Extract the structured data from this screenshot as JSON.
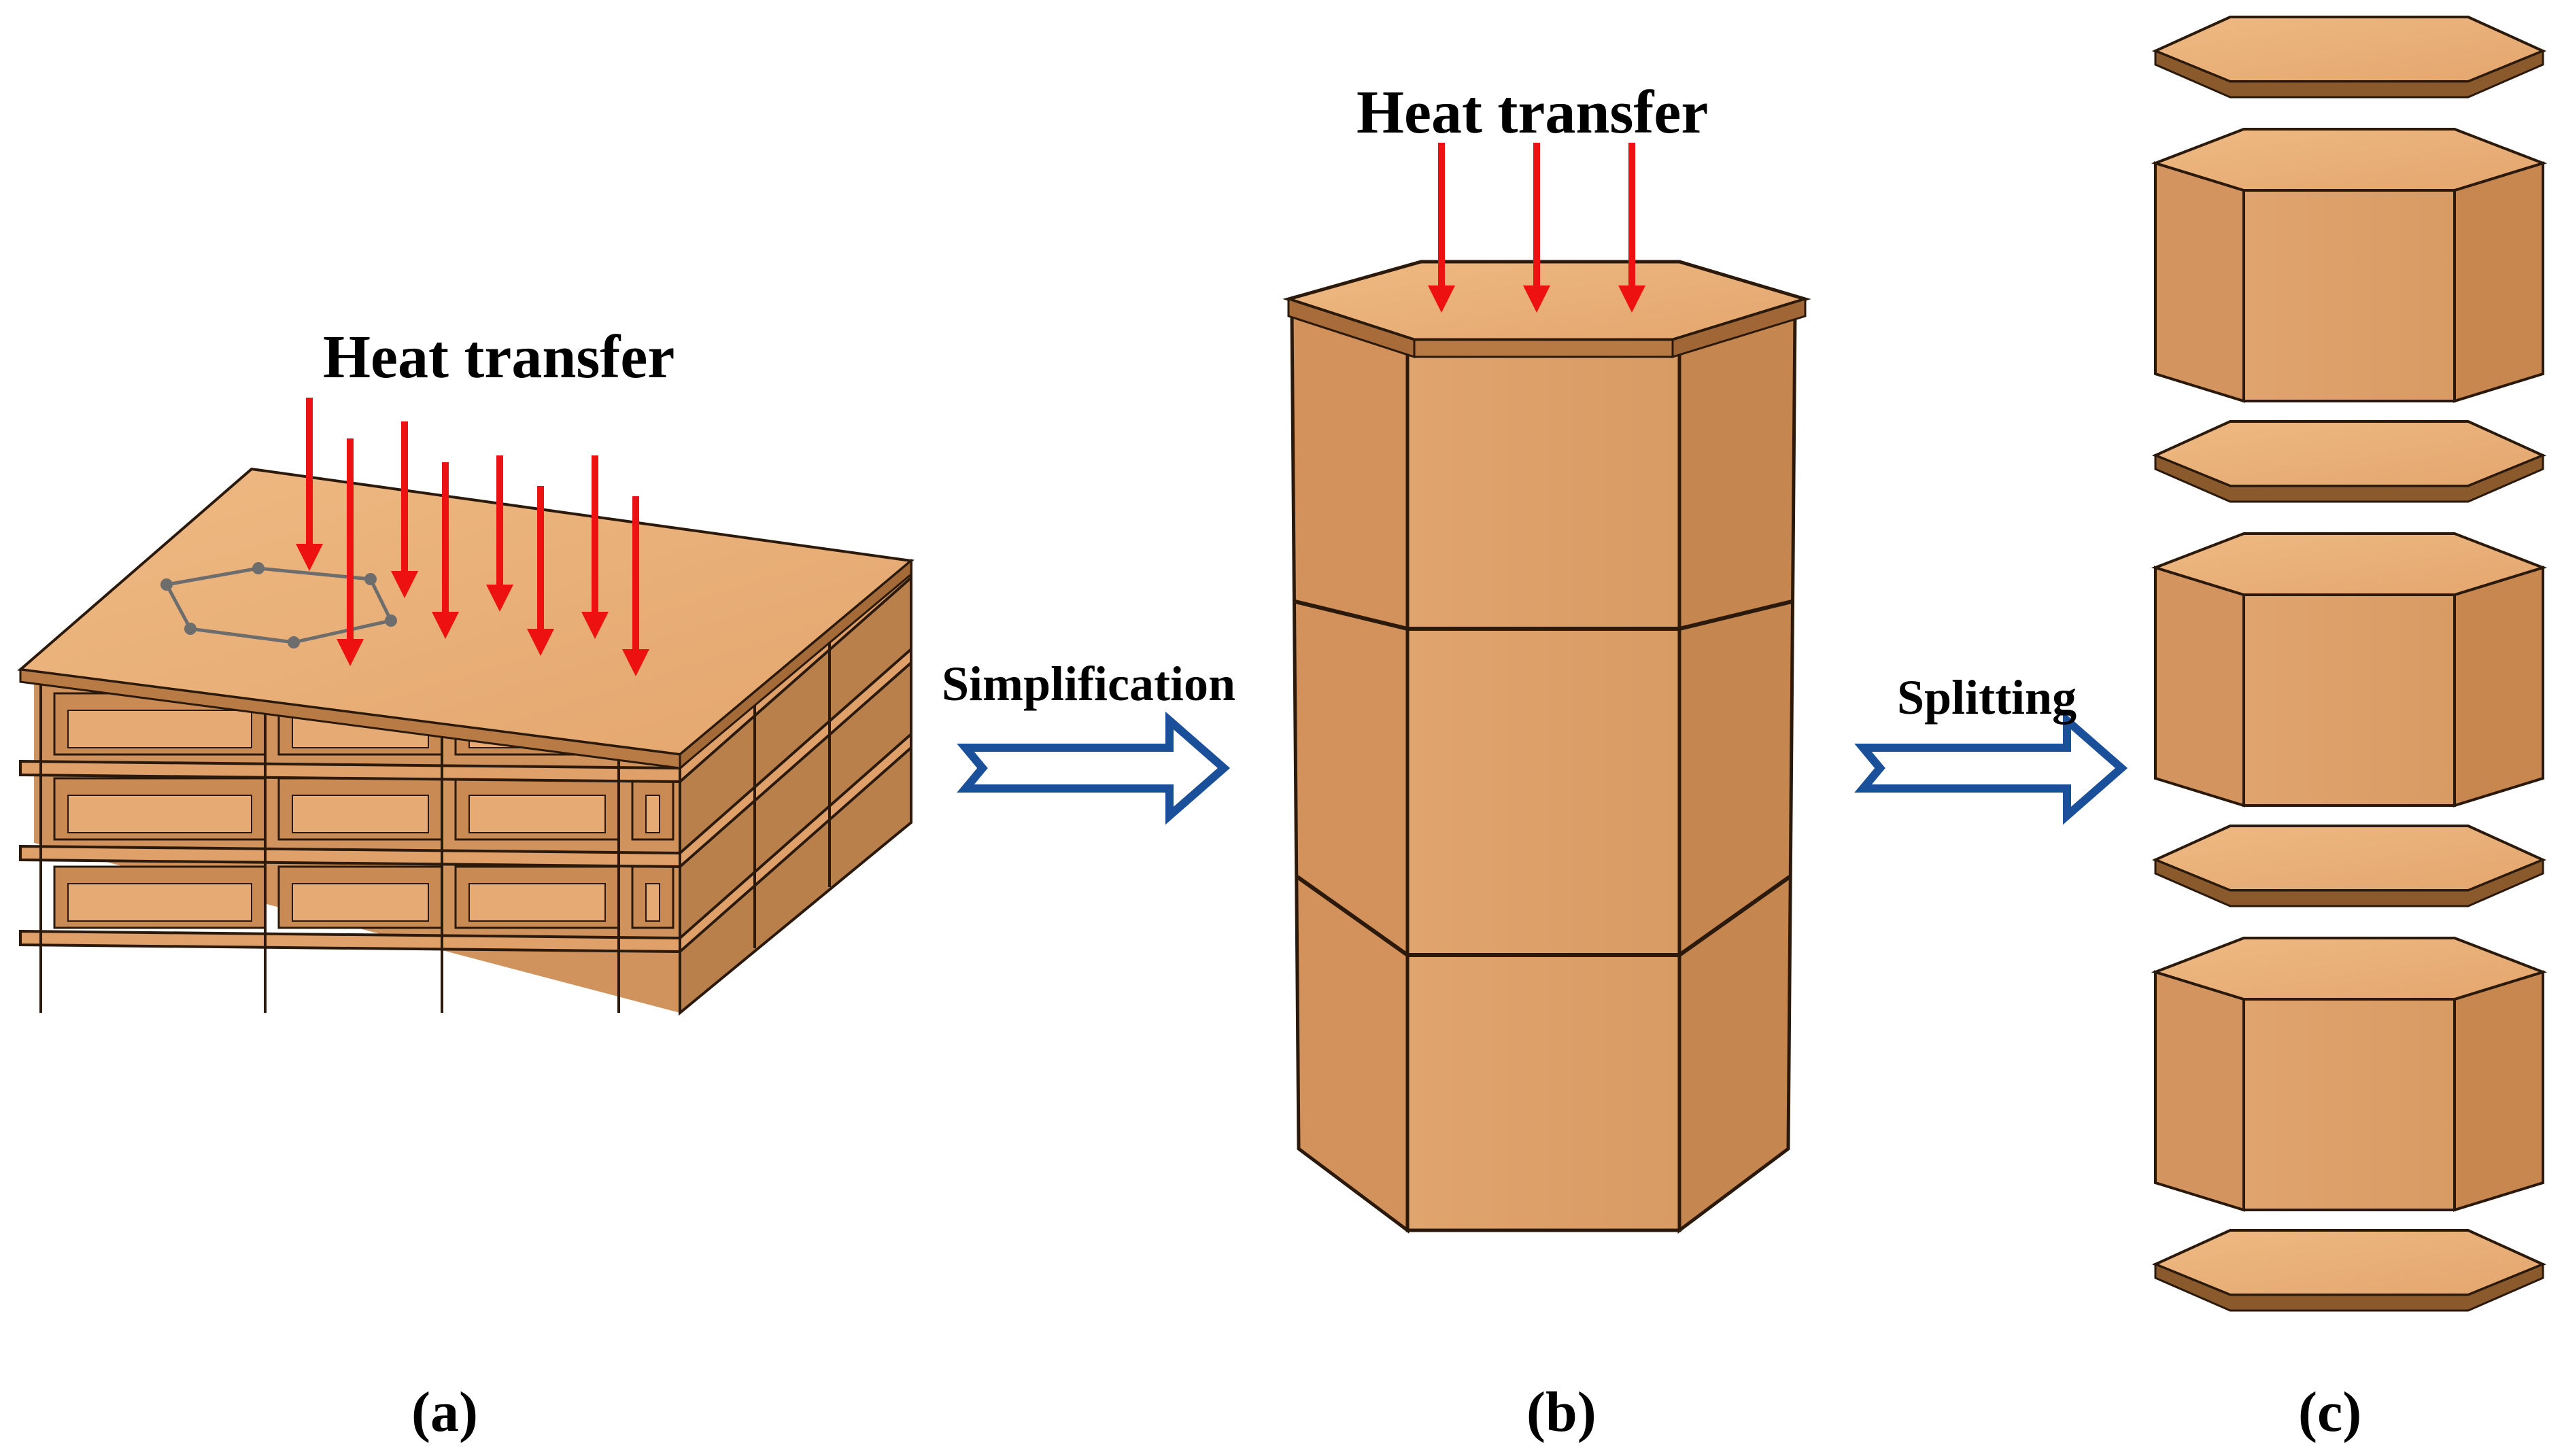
{
  "labels": {
    "heat_a": "Heat transfer",
    "heat_b": "Heat transfer",
    "simplification": "Simplification",
    "splitting": "Splitting",
    "caption_a": "(a)",
    "caption_b": "(b)",
    "caption_c": "(c)"
  },
  "colors": {
    "wood_top": "#e9ae77",
    "wood_front": "#dfa06a",
    "wood_right": "#c8874f",
    "wood_left": "#d39460",
    "wood_dark": "#8a5a2c",
    "outline": "#2b1a0c",
    "heat_arrow": "#ee1111",
    "process_arrow": "#1a4f9a"
  },
  "icons": {
    "heat": "down-arrow-red",
    "process": "hollow-right-arrow-blue"
  },
  "part_c_layers": [
    "face-sheet",
    "core-cell",
    "face-sheet",
    "core-cell",
    "face-sheet",
    "core-cell",
    "face-sheet"
  ]
}
